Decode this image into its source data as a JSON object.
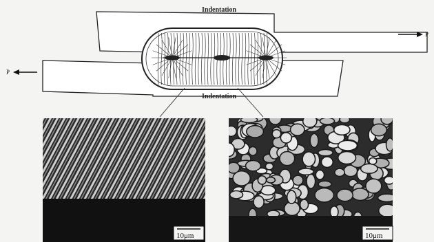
{
  "figure": {
    "top_indentation_label": "Indentation",
    "bottom_indentation_label": "Indentation",
    "force_left_label": "P",
    "force_right_label": "P",
    "scale_bar_left": "10μm",
    "scale_bar_right": "10μm"
  }
}
